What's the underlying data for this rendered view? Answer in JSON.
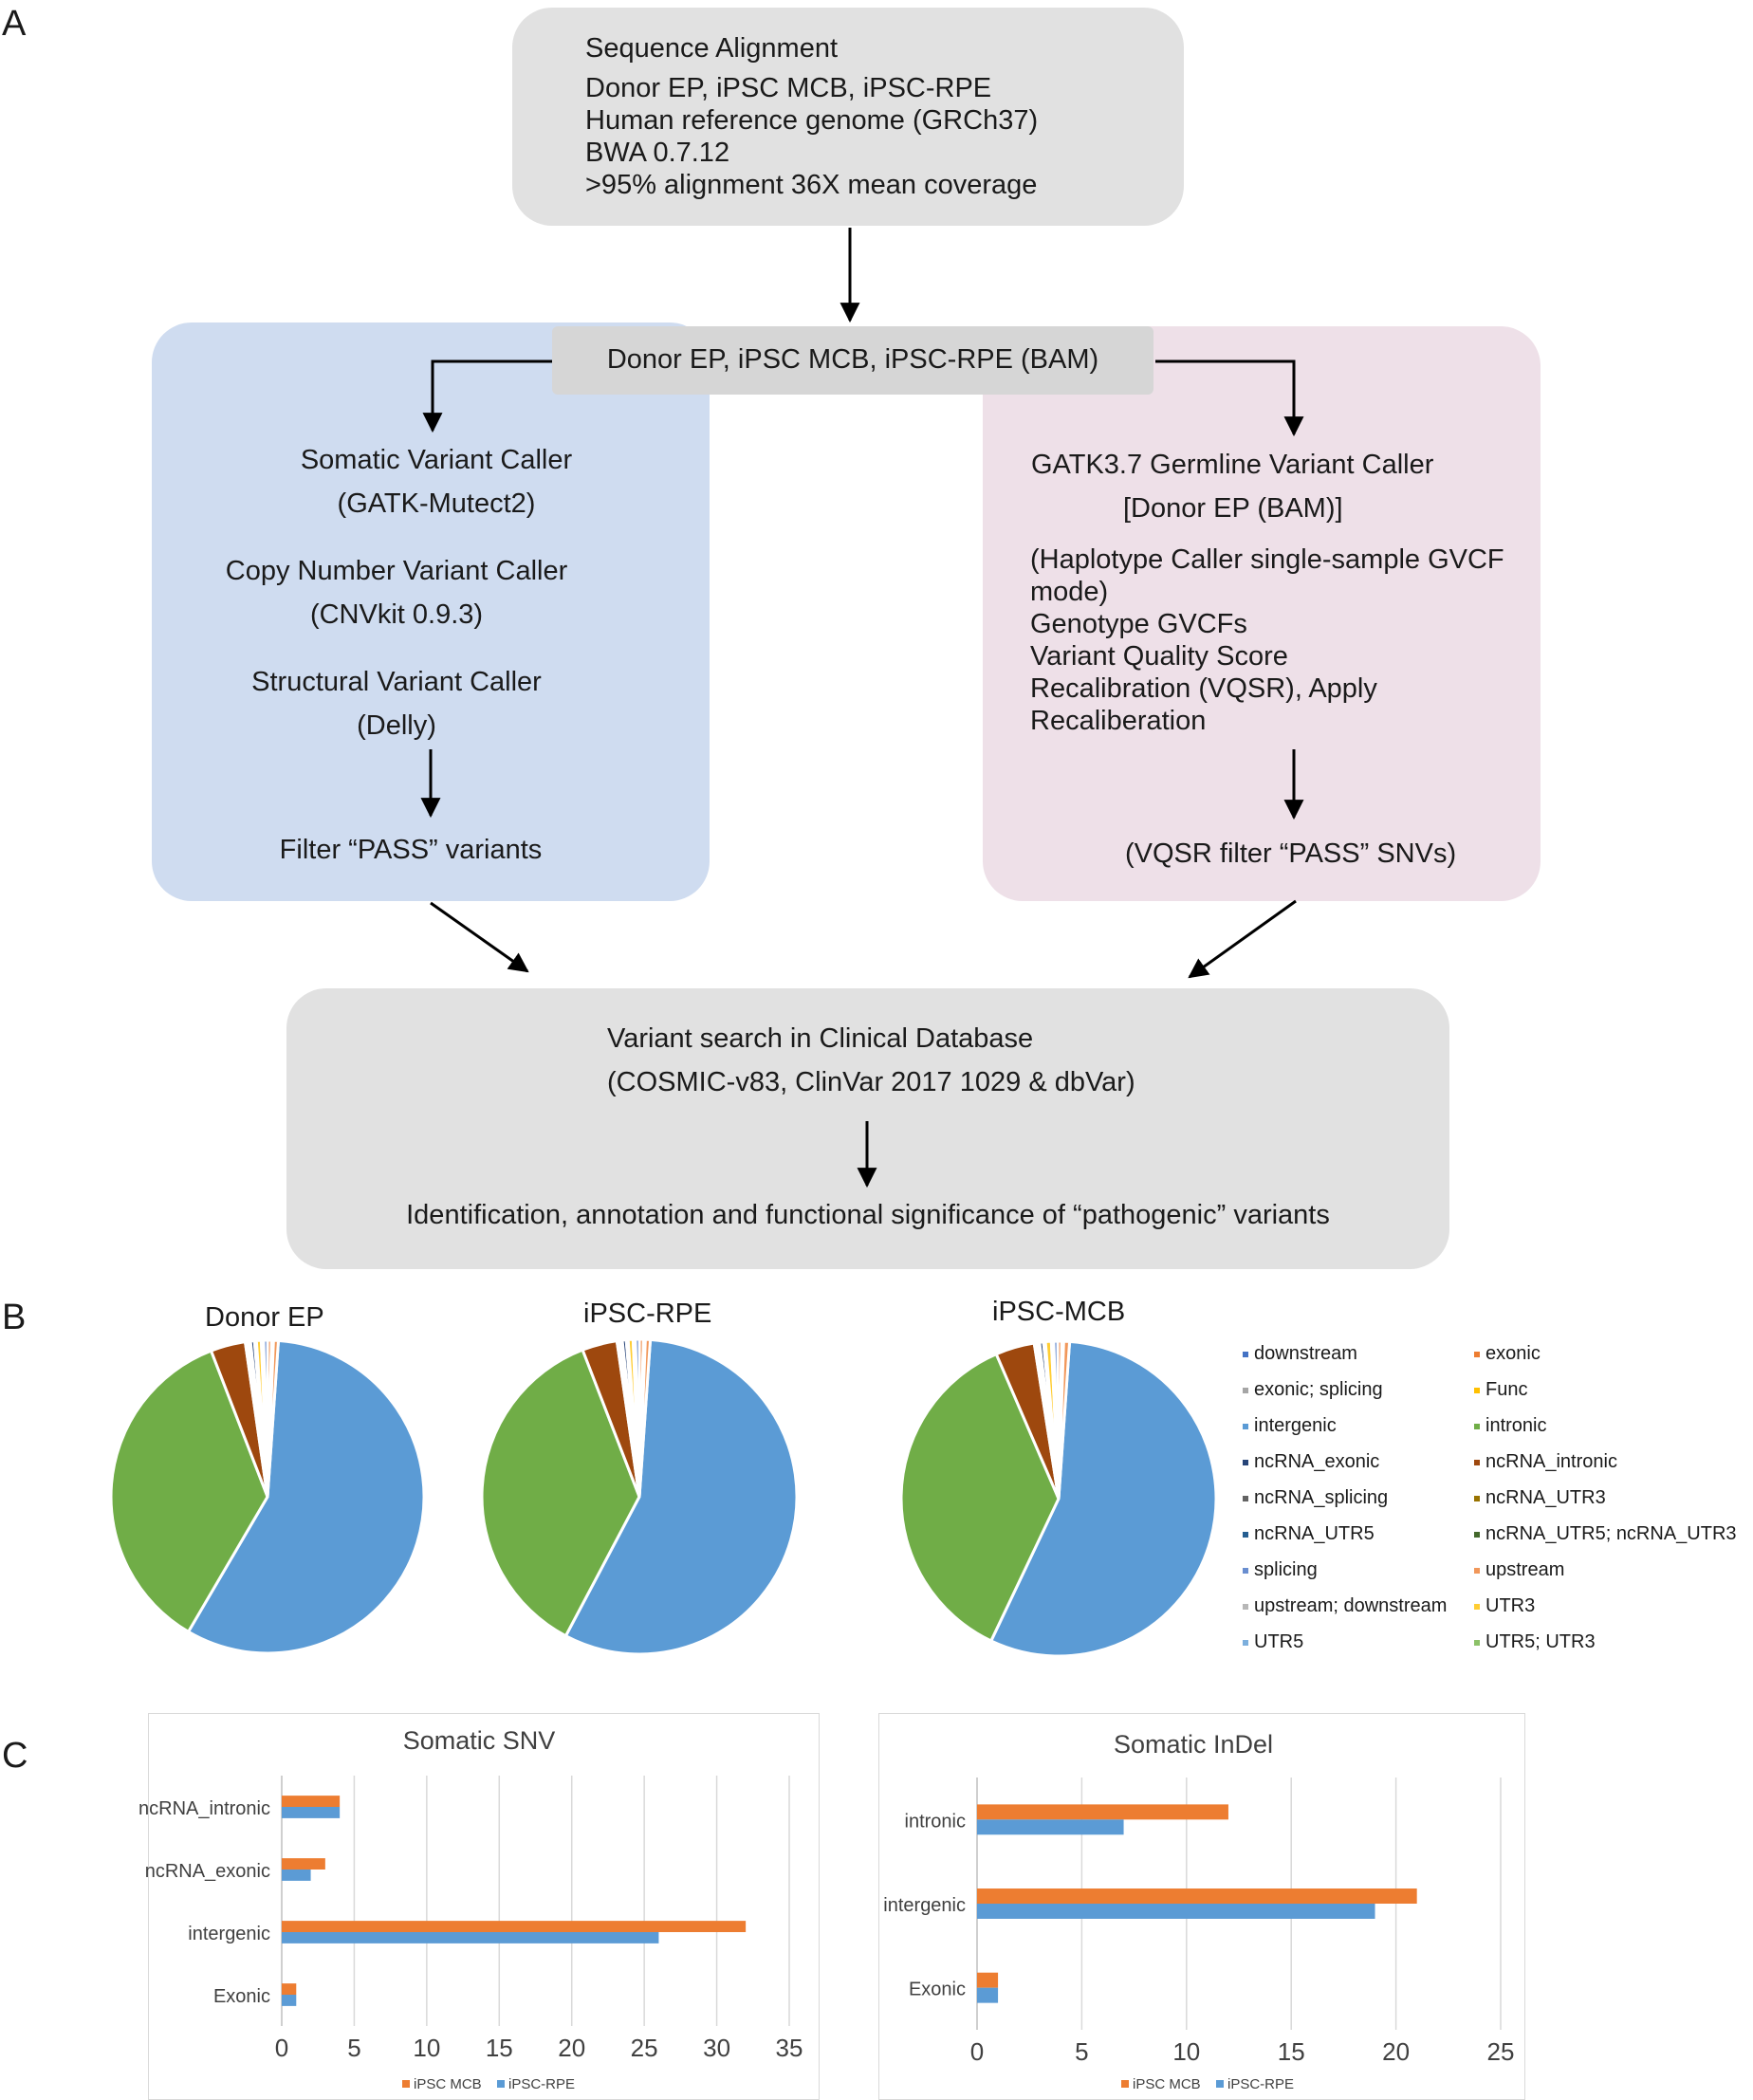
{
  "panels": {
    "a": "A",
    "b": "B",
    "c": "C"
  },
  "workflow": {
    "alignment": {
      "title": "Sequence Alignment",
      "lines": [
        "Donor EP, iPSC MCB, iPSC-RPE",
        "Human reference genome (GRCh37)",
        "BWA 0.7.12",
        ">95% alignment 36X mean coverage"
      ]
    },
    "bam_label": "Donor EP, iPSC MCB, iPSC-RPE (BAM)",
    "somatic": {
      "caller1": "Somatic Variant Caller",
      "caller1_tool": "(GATK-Mutect2)",
      "caller2": "Copy Number Variant Caller",
      "caller2_tool": "(CNVkit 0.9.3)",
      "caller3": "Structural Variant Caller",
      "caller3_tool": "(Delly)",
      "filter": "Filter “PASS” variants"
    },
    "germline": {
      "title": "GATK3.7 Germline Variant Caller",
      "subtitle": "[Donor EP (BAM)]",
      "steps": [
        "(Haplotype Caller single-sample GVCF",
        "mode)",
        "Genotype GVCFs",
        "Variant Quality Score",
        "Recalibration (VQSR), Apply",
        "Recaliberation"
      ],
      "filter": "(VQSR filter “PASS” SNVs)"
    },
    "clinical": {
      "title": "Variant search in Clinical Database",
      "databases": "(COSMIC-v83, ClinVar 2017 1029 & dbVar)",
      "result": "Identification, annotation and functional significance of “pathogenic” variants"
    }
  },
  "chart_data": [
    {
      "type": "pie",
      "title": "Donor EP",
      "categories": [
        "exonic",
        "exonic; splicing",
        "Func",
        "intergenic",
        "intronic",
        "ncRNA_exonic",
        "ncRNA_intronic",
        "ncRNA_splicing",
        "ncRNA_UTR3",
        "ncRNA_UTR5",
        "ncRNA_UTR5; ncRNA_UTR3",
        "splicing",
        "upstream",
        "upstream; downstream",
        "UTR3",
        "UTR5",
        "UTR5; UTR3",
        "downstream"
      ],
      "values": [
        0.4,
        0.2,
        0.0,
        57.5,
        35.8,
        0.4,
        3.6,
        0.1,
        0.2,
        0.1,
        0.05,
        0.2,
        0.5,
        0.1,
        0.5,
        0.2,
        0.05,
        0.4
      ]
    },
    {
      "type": "pie",
      "title": "iPSC-RPE",
      "categories": [
        "exonic",
        "exonic; splicing",
        "Func",
        "intergenic",
        "intronic",
        "ncRNA_exonic",
        "ncRNA_intronic",
        "ncRNA_splicing",
        "ncRNA_UTR3",
        "ncRNA_UTR5",
        "ncRNA_UTR5; ncRNA_UTR3",
        "splicing",
        "upstream",
        "upstream; downstream",
        "UTR3",
        "UTR5",
        "UTR5; UTR3",
        "downstream"
      ],
      "values": [
        0.4,
        0.2,
        0.0,
        56.8,
        36.5,
        0.4,
        3.6,
        0.1,
        0.2,
        0.1,
        0.05,
        0.2,
        0.5,
        0.1,
        0.5,
        0.2,
        0.05,
        0.4
      ]
    },
    {
      "type": "pie",
      "title": "iPSC-MCB",
      "categories": [
        "exonic",
        "exonic; splicing",
        "Func",
        "intergenic",
        "intronic",
        "ncRNA_exonic",
        "ncRNA_intronic",
        "ncRNA_splicing",
        "ncRNA_UTR3",
        "ncRNA_UTR5",
        "ncRNA_UTR5; ncRNA_UTR3",
        "splicing",
        "upstream",
        "upstream; downstream",
        "UTR3",
        "UTR5",
        "UTR5; UTR3",
        "downstream"
      ],
      "values": [
        0.4,
        0.2,
        0.0,
        56.0,
        36.5,
        0.4,
        4.0,
        0.1,
        0.2,
        0.1,
        0.05,
        0.2,
        0.6,
        0.1,
        0.6,
        0.2,
        0.05,
        0.4
      ]
    },
    {
      "type": "bar",
      "orientation": "horizontal",
      "title": "Somatic SNV",
      "categories": [
        "ncRNA_intronic",
        "ncRNA_exonic",
        "intergenic",
        "Exonic"
      ],
      "series": [
        {
          "name": "iPSC MCB",
          "values": [
            4,
            3,
            32,
            1
          ]
        },
        {
          "name": "iPSC-RPE",
          "values": [
            4,
            2,
            26,
            1
          ]
        }
      ],
      "xlim": [
        0,
        35
      ],
      "ticks": [
        0,
        5,
        10,
        15,
        20,
        25,
        30,
        35
      ],
      "grid": true,
      "legend": "bottom"
    },
    {
      "type": "bar",
      "orientation": "horizontal",
      "title": "Somatic InDel",
      "categories": [
        "intronic",
        "intergenic",
        "Exonic"
      ],
      "series": [
        {
          "name": "iPSC MCB",
          "values": [
            12,
            21,
            1
          ]
        },
        {
          "name": "iPSC-RPE",
          "values": [
            7,
            19,
            1
          ]
        }
      ],
      "xlim": [
        0,
        25
      ],
      "ticks": [
        0,
        5,
        10,
        15,
        20,
        25
      ],
      "grid": true,
      "legend": "bottom"
    }
  ],
  "legend": {
    "items": [
      {
        "label": "downstream",
        "color": "#4472c4"
      },
      {
        "label": "exonic",
        "color": "#ed7d31"
      },
      {
        "label": "exonic; splicing",
        "color": "#a5a5a5"
      },
      {
        "label": "Func",
        "color": "#ffc000"
      },
      {
        "label": "intergenic",
        "color": "#5b9bd5"
      },
      {
        "label": "intronic",
        "color": "#70ad47"
      },
      {
        "label": "ncRNA_exonic",
        "color": "#264478"
      },
      {
        "label": "ncRNA_intronic",
        "color": "#9e480e"
      },
      {
        "label": "ncRNA_splicing",
        "color": "#636363"
      },
      {
        "label": "ncRNA_UTR3",
        "color": "#997300"
      },
      {
        "label": "ncRNA_UTR5",
        "color": "#255e91"
      },
      {
        "label": "ncRNA_UTR5; ncRNA_UTR3",
        "color": "#43682b"
      },
      {
        "label": "splicing",
        "color": "#698ed0"
      },
      {
        "label": "upstream",
        "color": "#f1975a"
      },
      {
        "label": "upstream; downstream",
        "color": "#b7b7b7"
      },
      {
        "label": "UTR3",
        "color": "#ffcd33"
      },
      {
        "label": "UTR5",
        "color": "#7cafdd"
      },
      {
        "label": "UTR5; UTR3",
        "color": "#8cc168"
      }
    ]
  },
  "colors": {
    "intergenic": "#5b9bd5",
    "intronic": "#70ad47",
    "ncRNA_intronic": "#9e480e",
    "bar_mcb": "#ed7d31",
    "bar_rpe": "#5b9bd5",
    "box_gray": "#e1e1e1",
    "box_blue": "#cfdcf0",
    "box_pink": "#eee0e8"
  }
}
